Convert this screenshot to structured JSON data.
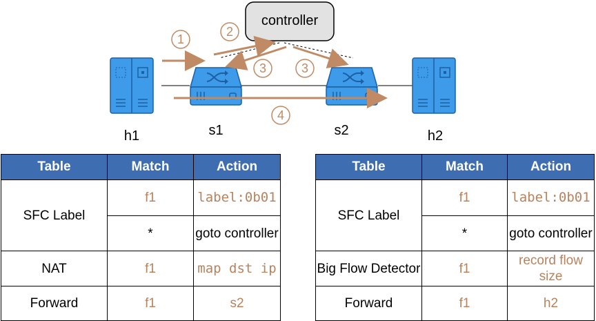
{
  "diagram": {
    "controller_label": "controller",
    "nodes": {
      "h1": "h1",
      "s1": "s1",
      "s2": "s2",
      "h2": "h2"
    },
    "steps": {
      "step1": "1",
      "step2": "2",
      "step3a": "3",
      "step3b": "3",
      "step4": "4"
    },
    "colors": {
      "accent": "#c08a64",
      "host": "#3d9be9",
      "header": "#3f6db1"
    },
    "icons": {
      "host": "server-tower-icon",
      "switch": "switch-shuffle-icon"
    }
  },
  "tables": {
    "s1": {
      "headers": [
        "Table",
        "Match",
        "Action"
      ],
      "rows": {
        "sfc_label": "SFC Label",
        "sfc_match_1": "f1",
        "sfc_action_1": "label:0b01",
        "sfc_match_2": "*",
        "sfc_action_2": "goto controller",
        "nat": "NAT",
        "nat_match": "f1",
        "nat_action": "map dst ip",
        "forward": "Forward",
        "forward_match": "f1",
        "forward_action": "s2"
      }
    },
    "s2": {
      "headers": [
        "Table",
        "Match",
        "Action"
      ],
      "rows": {
        "sfc_label": "SFC Label",
        "sfc_match_1": "f1",
        "sfc_action_1": "label:0b01",
        "sfc_match_2": "*",
        "sfc_action_2": "goto controller",
        "bfd": "Big Flow Detector",
        "bfd_match": "f1",
        "bfd_action": "record flow size",
        "forward": "Forward",
        "forward_match": "f1",
        "forward_action": "h2"
      }
    }
  }
}
